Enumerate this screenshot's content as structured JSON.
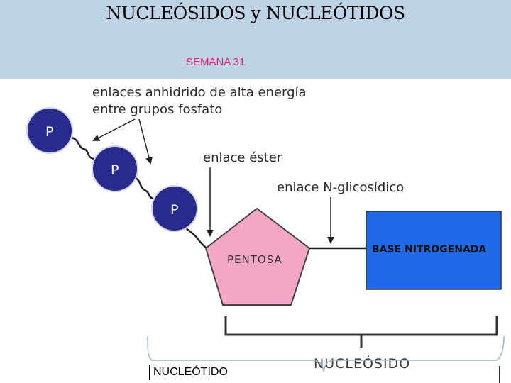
{
  "header": {
    "title": "NUCLEÓSIDOS y NUCLEÓTIDOS",
    "subtitle": "SEMANA 31",
    "background": "#bfd3e6",
    "subtitle_color": "#e0207a"
  },
  "diagram": {
    "annotations": {
      "anhydride_line1": "enlaces anhidrido de alta energía",
      "anhydride_line2": "entre grupos fosfato",
      "ester": "enlace éster",
      "glycosidic": "enlace N-glicosídico"
    },
    "phosphates": [
      {
        "label": "P"
      },
      {
        "label": "P"
      },
      {
        "label": "P"
      }
    ],
    "pentose": {
      "label": "PENTOSA",
      "color": "#f4a6c6"
    },
    "base": {
      "label": "BASE NITROGENADA",
      "color": "#1e6ae6"
    },
    "phosphate_color": "#262b8c",
    "nucleoside_label": "NUCLEÓSIDO",
    "nucleotide_label": "NUCLEÓTIDO"
  }
}
